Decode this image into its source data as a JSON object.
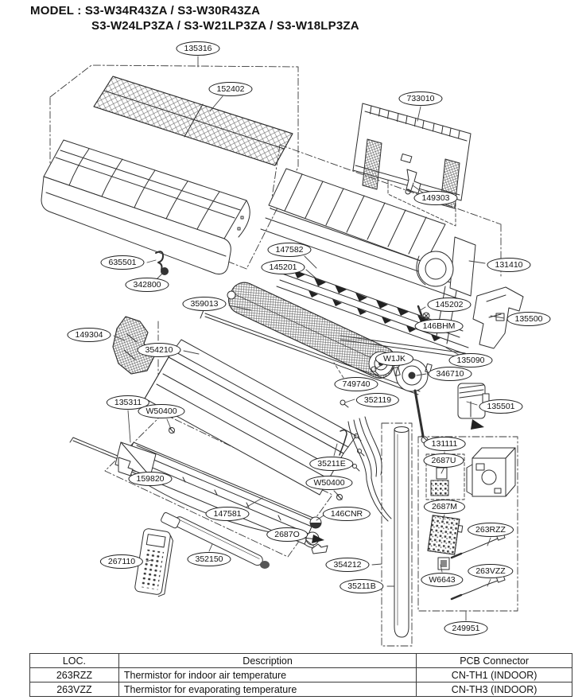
{
  "title": {
    "line1": "MODEL : S3-W34R43ZA / S3-W30R43ZA",
    "line2": "S3-W24LP3ZA / S3-W21LP3ZA / S3-W18LP3ZA"
  },
  "callouts": [
    {
      "label": "135316"
    },
    {
      "label": "152402"
    },
    {
      "label": "733010"
    },
    {
      "label": "149303"
    },
    {
      "label": "635501"
    },
    {
      "label": "342800"
    },
    {
      "label": "147582"
    },
    {
      "label": "145201"
    },
    {
      "label": "131410"
    },
    {
      "label": "359013"
    },
    {
      "label": "145202"
    },
    {
      "label": "146BHM"
    },
    {
      "label": "135500"
    },
    {
      "label": "149304"
    },
    {
      "label": "354210"
    },
    {
      "label": "W1JK"
    },
    {
      "label": "135090"
    },
    {
      "label": "346710"
    },
    {
      "label": "749740"
    },
    {
      "label": "352119"
    },
    {
      "label": "135501"
    },
    {
      "label": "135311"
    },
    {
      "label": "W50400"
    },
    {
      "label": "131111"
    },
    {
      "label": "2687U"
    },
    {
      "label": "35211E"
    },
    {
      "label": "159820"
    },
    {
      "label": "W50400"
    },
    {
      "label": "2687M"
    },
    {
      "label": "146CNR"
    },
    {
      "label": "147581"
    },
    {
      "label": "263RZZ"
    },
    {
      "label": "2687O"
    },
    {
      "label": "267110"
    },
    {
      "label": "352150"
    },
    {
      "label": "W6643"
    },
    {
      "label": "263VZZ"
    },
    {
      "label": "354212"
    },
    {
      "label": "35211B"
    },
    {
      "label": "249951"
    }
  ],
  "table": {
    "headers": [
      "LOC.",
      "Description",
      "PCB Connector"
    ],
    "rows": [
      [
        "263RZZ",
        "Thermistor for indoor air temperature",
        "CN-TH1 (INDOOR)"
      ],
      [
        "263VZZ",
        "Thermistor for evaporating temperature",
        "CN-TH3 (INDOOR)"
      ]
    ]
  },
  "colors": {
    "line": "#2f2f2f",
    "text": "#111111",
    "background": "#ffffff"
  }
}
